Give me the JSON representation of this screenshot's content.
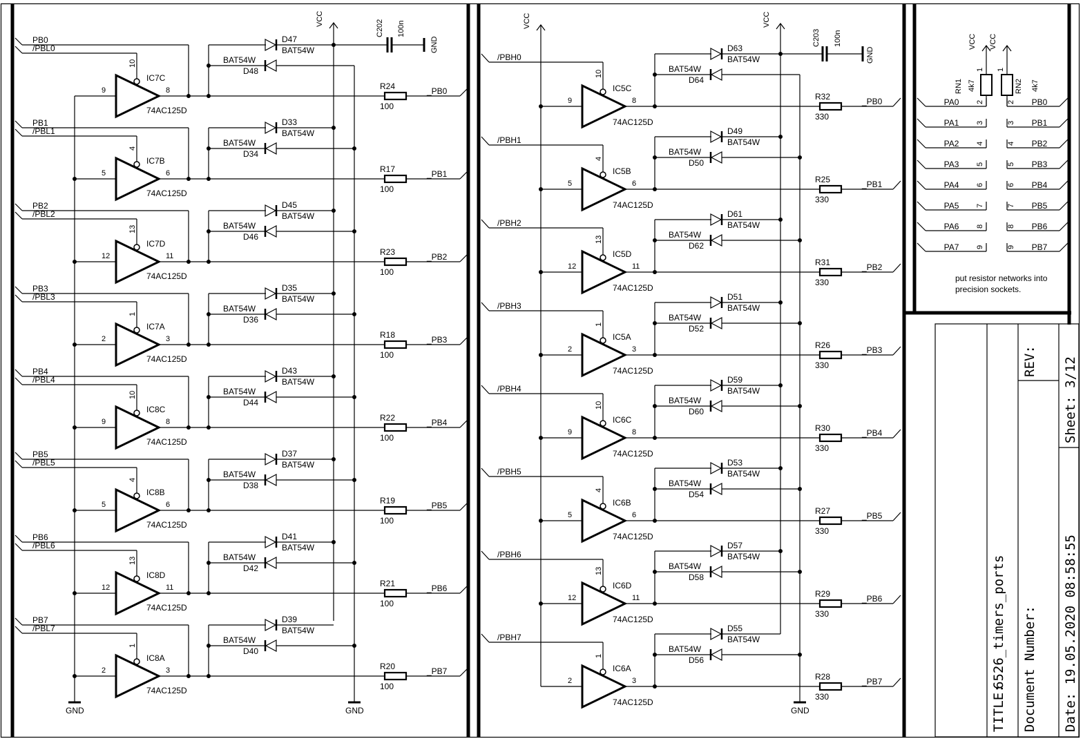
{
  "sheet": {
    "title_label": "TITLE:",
    "title": "6526_timers_ports",
    "document_number_label": "Document Number:",
    "rev_label": "REV:",
    "sheet_label": "Sheet: 3/12",
    "date_label": "Date: 19.05.2020 08:58:55"
  },
  "colors": {
    "ink": "#000000",
    "paper": "#ffffff"
  },
  "left_block": {
    "vcc_label": "VCC",
    "gnd_label": "GND",
    "cap": {
      "name": "C202",
      "value": "100n",
      "gnd": "GND"
    },
    "buffer_part": "74AC125D",
    "diode_part": "BAT54W",
    "rows": [
      {
        "in": "PB0",
        "en": "/PBL0",
        "ic": "IC7C",
        "pin_en": "10",
        "pin_in": "9",
        "pin_out": "8",
        "d_up": "D47",
        "d_dn": "D48",
        "res": "R24",
        "res_val": "100",
        "out": "_PB0"
      },
      {
        "in": "PB1",
        "en": "/PBL1",
        "ic": "IC7B",
        "pin_en": "4",
        "pin_in": "5",
        "pin_out": "6",
        "d_up": "D33",
        "d_dn": "D34",
        "res": "R17",
        "res_val": "100",
        "out": "_PB1"
      },
      {
        "in": "PB2",
        "en": "/PBL2",
        "ic": "IC7D",
        "pin_en": "13",
        "pin_in": "12",
        "pin_out": "11",
        "d_up": "D45",
        "d_dn": "D46",
        "res": "R23",
        "res_val": "100",
        "out": "_PB2"
      },
      {
        "in": "PB3",
        "en": "/PBL3",
        "ic": "IC7A",
        "pin_en": "1",
        "pin_in": "2",
        "pin_out": "3",
        "d_up": "D35",
        "d_dn": "D36",
        "res": "R18",
        "res_val": "100",
        "out": "_PB3"
      },
      {
        "in": "PB4",
        "en": "/PBL4",
        "ic": "IC8C",
        "pin_en": "10",
        "pin_in": "9",
        "pin_out": "8",
        "d_up": "D43",
        "d_dn": "D44",
        "res": "R22",
        "res_val": "100",
        "out": "_PB4"
      },
      {
        "in": "PB5",
        "en": "/PBL5",
        "ic": "IC8B",
        "pin_en": "4",
        "pin_in": "5",
        "pin_out": "6",
        "d_up": "D37",
        "d_dn": "D38",
        "res": "R19",
        "res_val": "100",
        "out": "_PB5"
      },
      {
        "in": "PB6",
        "en": "/PBL6",
        "ic": "IC8D",
        "pin_en": "13",
        "pin_in": "12",
        "pin_out": "11",
        "d_up": "D41",
        "d_dn": "D42",
        "res": "R21",
        "res_val": "100",
        "out": "_PB6"
      },
      {
        "in": "PB7",
        "en": "/PBL7",
        "ic": "IC8A",
        "pin_en": "1",
        "pin_in": "2",
        "pin_out": "3",
        "d_up": "D39",
        "d_dn": "D40",
        "res": "R20",
        "res_val": "100",
        "out": "_PB7"
      }
    ]
  },
  "mid_block": {
    "vcc_label": "VCC",
    "gnd_label": "GND",
    "cap": {
      "name": "C203",
      "value": "100n",
      "gnd": "GND"
    },
    "buffer_part": "74AC125D",
    "diode_part": "BAT54W",
    "rows": [
      {
        "en": "/PBH0",
        "ic": "IC5C",
        "pin_en": "10",
        "pin_in": "9",
        "pin_out": "8",
        "d_up": "D63",
        "d_dn": "D64",
        "res": "R32",
        "res_val": "330",
        "out": "_PB0"
      },
      {
        "en": "/PBH1",
        "ic": "IC5B",
        "pin_en": "4",
        "pin_in": "5",
        "pin_out": "6",
        "d_up": "D49",
        "d_dn": "D50",
        "res": "R25",
        "res_val": "330",
        "out": "_PB1"
      },
      {
        "en": "/PBH2",
        "ic": "IC5D",
        "pin_en": "13",
        "pin_in": "12",
        "pin_out": "11",
        "d_up": "D61",
        "d_dn": "D62",
        "res": "R31",
        "res_val": "330",
        "out": "_PB2"
      },
      {
        "en": "/PBH3",
        "ic": "IC5A",
        "pin_en": "1",
        "pin_in": "2",
        "pin_out": "3",
        "d_up": "D51",
        "d_dn": "D52",
        "res": "R26",
        "res_val": "330",
        "out": "_PB3"
      },
      {
        "en": "/PBH4",
        "ic": "IC6C",
        "pin_en": "10",
        "pin_in": "9",
        "pin_out": "8",
        "d_up": "D59",
        "d_dn": "D60",
        "res": "R30",
        "res_val": "330",
        "out": "_PB4"
      },
      {
        "en": "/PBH5",
        "ic": "IC6B",
        "pin_en": "4",
        "pin_in": "5",
        "pin_out": "6",
        "d_up": "D53",
        "d_dn": "D54",
        "res": "R27",
        "res_val": "330",
        "out": "_PB5"
      },
      {
        "en": "/PBH6",
        "ic": "IC6D",
        "pin_en": "13",
        "pin_in": "12",
        "pin_out": "11",
        "d_up": "D57",
        "d_dn": "D58",
        "res": "R29",
        "res_val": "330",
        "out": "_PB6"
      },
      {
        "en": "/PBH7",
        "ic": "IC6A",
        "pin_en": "1",
        "pin_in": "2",
        "pin_out": "3",
        "d_up": "D55",
        "d_dn": "D56",
        "res": "R28",
        "res_val": "330",
        "out": "_PB7"
      }
    ]
  },
  "resnet_block": {
    "rn1": {
      "name": "RN1",
      "value": "4k7",
      "vcc": "VCC",
      "pin1": "1"
    },
    "rn2": {
      "name": "RN2",
      "value": "4k7",
      "vcc": "VCC",
      "pin1": "1"
    },
    "rows": [
      {
        "a": "_PA0",
        "b": "_PB0",
        "pin": "2"
      },
      {
        "a": "_PA1",
        "b": "_PB1",
        "pin": "3"
      },
      {
        "a": "_PA2",
        "b": "_PB2",
        "pin": "4"
      },
      {
        "a": "_PA3",
        "b": "_PB3",
        "pin": "5"
      },
      {
        "a": "_PA4",
        "b": "_PB4",
        "pin": "6"
      },
      {
        "a": "_PA5",
        "b": "_PB5",
        "pin": "7"
      },
      {
        "a": "_PA6",
        "b": "_PB6",
        "pin": "8"
      },
      {
        "a": "_PA7",
        "b": "_PB7",
        "pin": "9"
      }
    ],
    "note_line1": "put resistor networks into",
    "note_line2": "precision sockets."
  }
}
